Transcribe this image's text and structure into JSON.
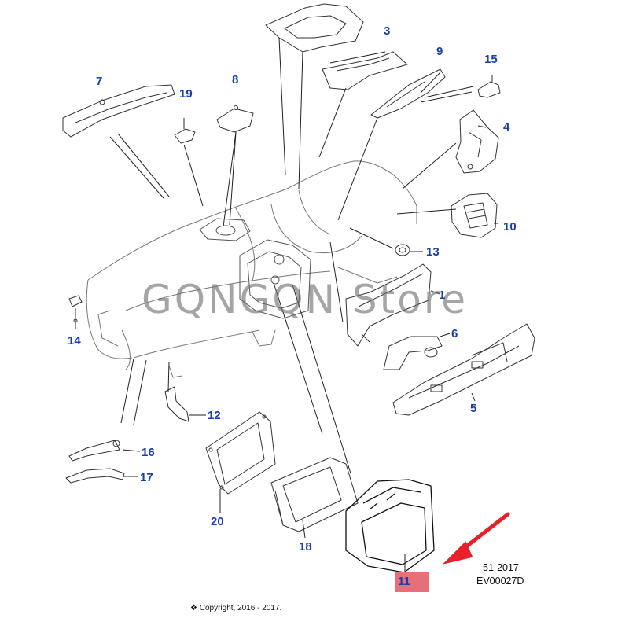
{
  "callouts": [
    {
      "id": "1",
      "label": "1"
    },
    {
      "id": "3",
      "label": "3"
    },
    {
      "id": "4",
      "label": "4"
    },
    {
      "id": "5",
      "label": "5"
    },
    {
      "id": "6",
      "label": "6"
    },
    {
      "id": "7",
      "label": "7"
    },
    {
      "id": "8",
      "label": "8"
    },
    {
      "id": "9",
      "label": "9"
    },
    {
      "id": "10",
      "label": "10"
    },
    {
      "id": "11",
      "label": "11",
      "highlight": true
    },
    {
      "id": "12",
      "label": "12"
    },
    {
      "id": "13",
      "label": "13"
    },
    {
      "id": "14",
      "label": "14"
    },
    {
      "id": "15",
      "label": "15"
    },
    {
      "id": "16",
      "label": "16"
    },
    {
      "id": "17",
      "label": "17"
    },
    {
      "id": "18",
      "label": "18"
    },
    {
      "id": "19",
      "label": "19"
    },
    {
      "id": "20",
      "label": "20"
    }
  ],
  "watermark": "GQNGQN Store",
  "diagram_code": {
    "line1": "51-2017",
    "line2": "EV00027D"
  },
  "copyright": "❖ Copyright, 2016 - 2017.",
  "colors": {
    "callout": "#1a3fa8",
    "highlight": "#e6707a",
    "arrow": "#e8202a",
    "line": "#222222"
  }
}
